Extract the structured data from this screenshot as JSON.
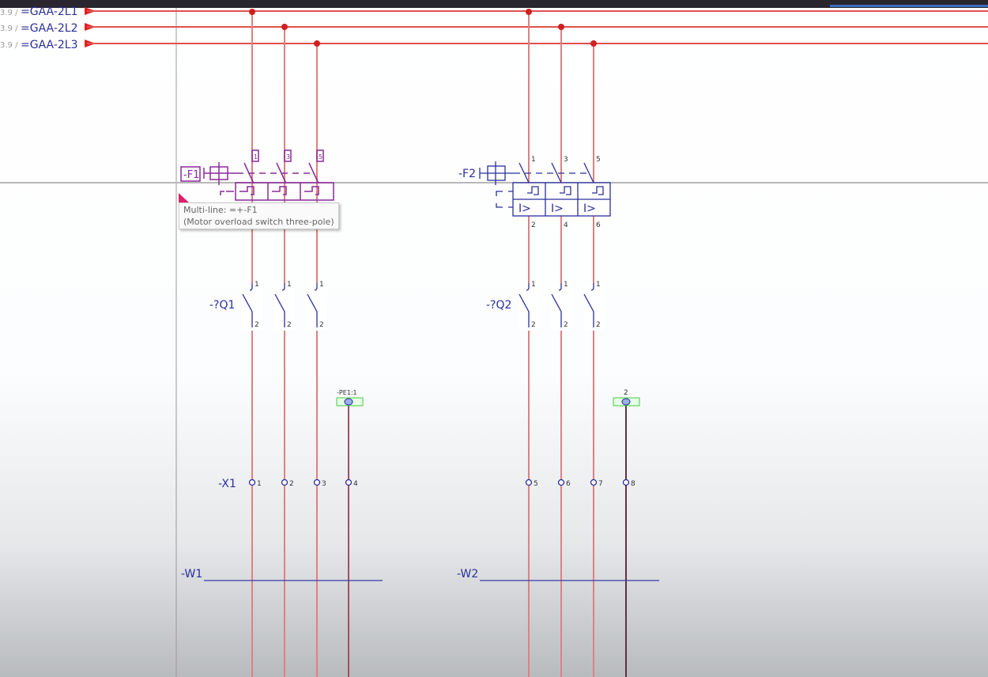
{
  "buses": [
    {
      "prefix": "3.9 /",
      "label": "=GAA-2L1"
    },
    {
      "prefix": "3.9 /",
      "label": "=GAA-2L2"
    },
    {
      "prefix": "3.9 /",
      "label": "=GAA-2L3"
    }
  ],
  "devices": {
    "f1": {
      "label": "-F1",
      "pins_top": [
        "1",
        "3",
        "5"
      ]
    },
    "f2": {
      "label": "-F2",
      "pins_top": [
        "1",
        "3",
        "5"
      ],
      "pins_bottom": [
        "2",
        "4",
        "6"
      ],
      "trip": "I>"
    },
    "q1": {
      "label": "-?Q1",
      "pin_top": "1",
      "pin_bottom": "2"
    },
    "q2": {
      "label": "-?Q2",
      "pin_top": "1",
      "pin_bottom": "2"
    },
    "pe1": {
      "label": "-PE1:1"
    },
    "pe2": {
      "label": "2"
    },
    "x1": {
      "label": "-X1",
      "terminals": [
        "1",
        "2",
        "3",
        "4",
        "5",
        "6",
        "7",
        "8"
      ]
    },
    "w1": {
      "label": "-W1"
    },
    "w2": {
      "label": "-W2"
    }
  },
  "tooltip": {
    "line1": "Multi-line: =+-F1",
    "line2": "(Motor overload switch three-pole)"
  },
  "colors": {
    "wire": "#e05050",
    "symbol": "#2b2f9a",
    "selected": "#8a2a9a",
    "pe": "#44cc44"
  }
}
